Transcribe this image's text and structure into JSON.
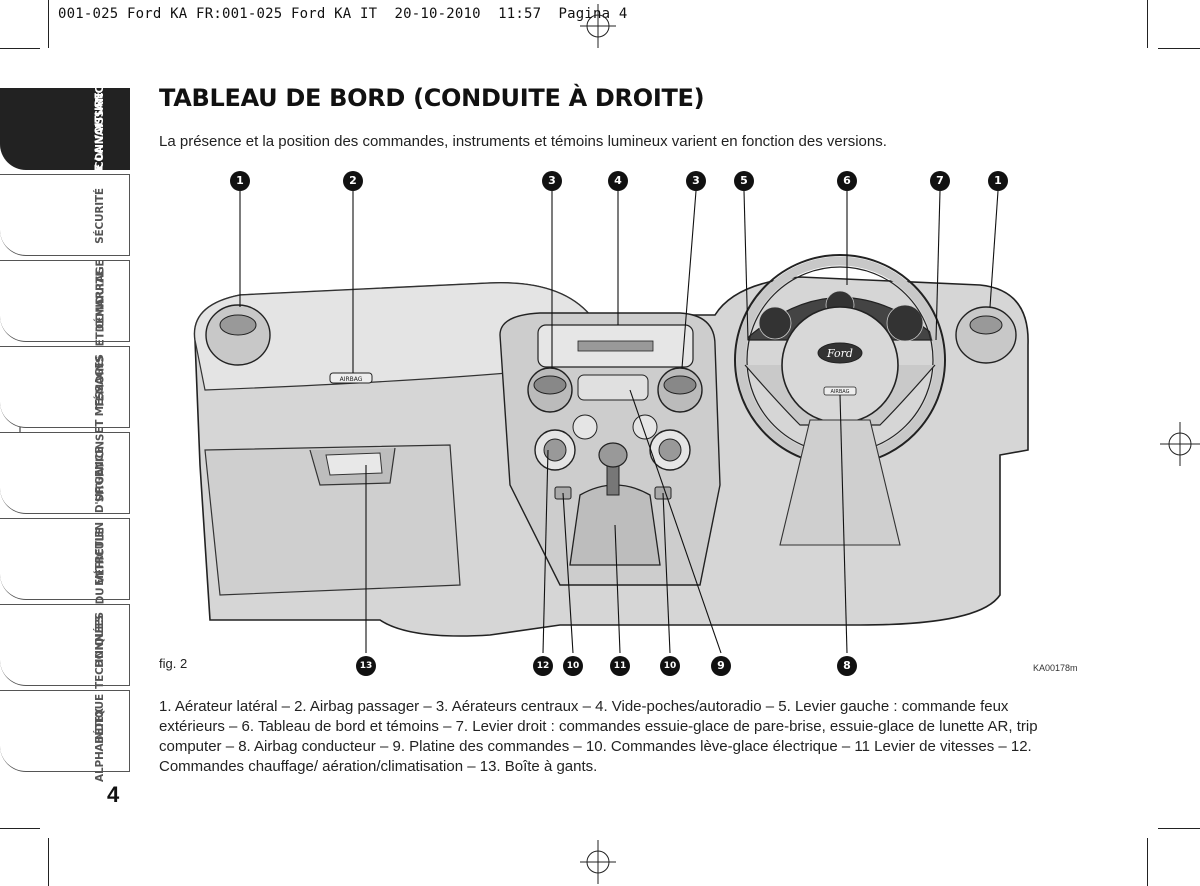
{
  "print_header": "001-025 Ford KA FR:001-025 Ford KA IT  20-10-2010  11:57  Pagina 4",
  "tabs": [
    {
      "line1": "CONNAISSANCE",
      "line2": "DE LA VOITURE",
      "active": true
    },
    {
      "line1": "SÉCURITÉ",
      "line2": "",
      "active": false
    },
    {
      "line1": "DÉMARRAGE",
      "line2": "ET CONDUITE",
      "active": false
    },
    {
      "line1": "TÉMOINS",
      "line2": "ET MESSAGES",
      "active": false
    },
    {
      "line1": "SITUATIONS",
      "line2": "D'URGENCE",
      "active": false
    },
    {
      "line1": "ENTRETIEN",
      "line2": "DU VÉHICULE",
      "active": false
    },
    {
      "line1": "DONNÉES",
      "line2": "TECHNIQUES",
      "active": false
    },
    {
      "line1": "INDEX",
      "line2": "ALPHABÉTIQUE",
      "active": false
    }
  ],
  "page_number": "4",
  "title": "TABLEAU DE BORD (CONDUITE À DROITE)",
  "intro": "La présence et la position des commandes, instruments et témoins lumineux varient en fonction des versions.",
  "figure": {
    "label": "fig. 2",
    "code": "KA00178m",
    "airbag_text": "AIRBAG",
    "ford_text": "Ford",
    "callouts_top": [
      "1",
      "2",
      "3",
      "4",
      "3",
      "5",
      "6",
      "7",
      "1"
    ],
    "callouts_bottom": [
      "13",
      "12",
      "10",
      "11",
      "10",
      "9",
      "8"
    ]
  },
  "caption": "1. Aérateur latéral – 2. Airbag passager – 3. Aérateurs centraux – 4. Vide-poches/autoradio – 5. Levier gauche : commande feux extérieurs – 6. Tableau de bord et témoins – 7. Levier droit : commandes essuie-glace de pare-brise, essuie-glace de lunette AR, trip computer – 8. Airbag conducteur – 9. Platine des commandes – 10. Commandes lève-glace électrique – 11 Levier de vitesses – 12. Commandes chauffage/ aération/climatisation – 13. Boîte à gants."
}
